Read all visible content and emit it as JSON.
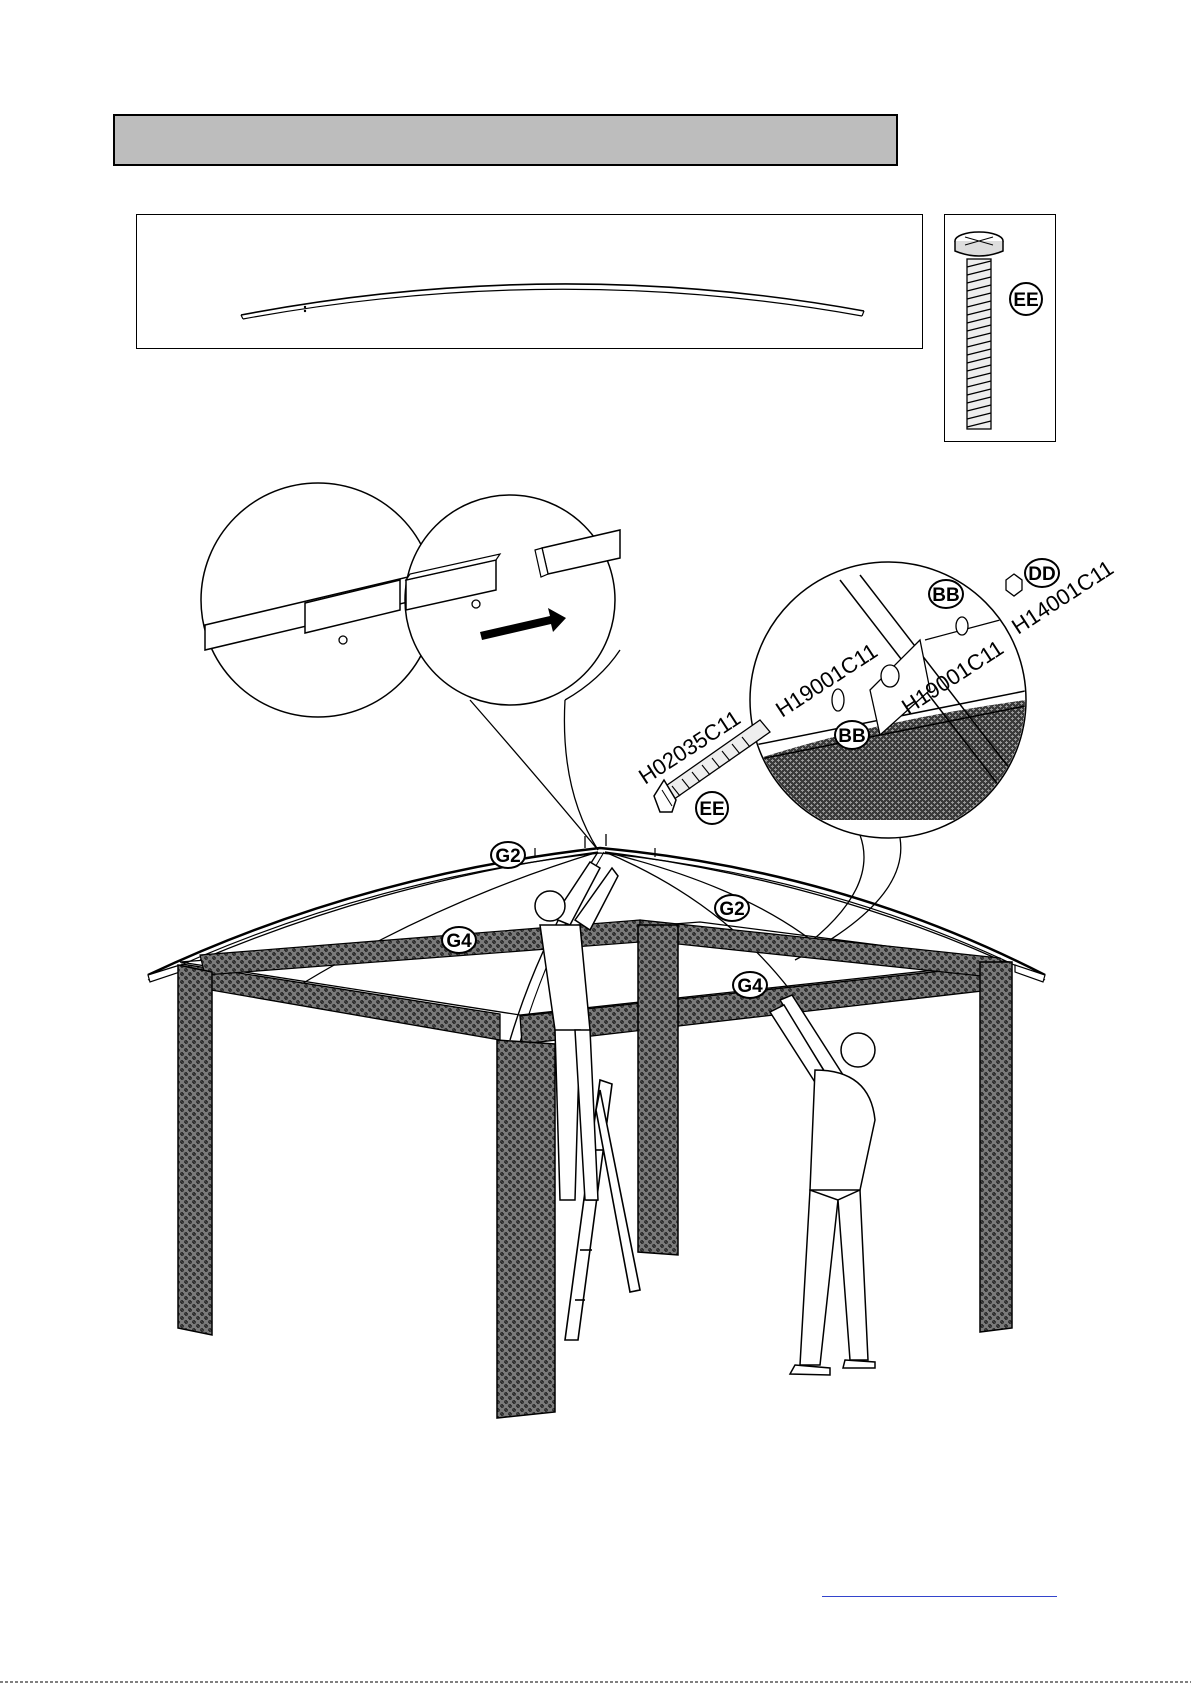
{
  "labels": {
    "g2": "G2",
    "g4": "G4",
    "ee": "EE",
    "bb": "BB",
    "dd": "DD"
  },
  "part_numbers": {
    "bolt": "H02035C11",
    "washer_left": "H19001C11",
    "washer_right": "H19001C11",
    "nut": "H14001C11"
  },
  "footer": {
    "link_text": ""
  },
  "colors": {
    "title_bar": "#bdbdbd",
    "link": "#3344cc"
  }
}
